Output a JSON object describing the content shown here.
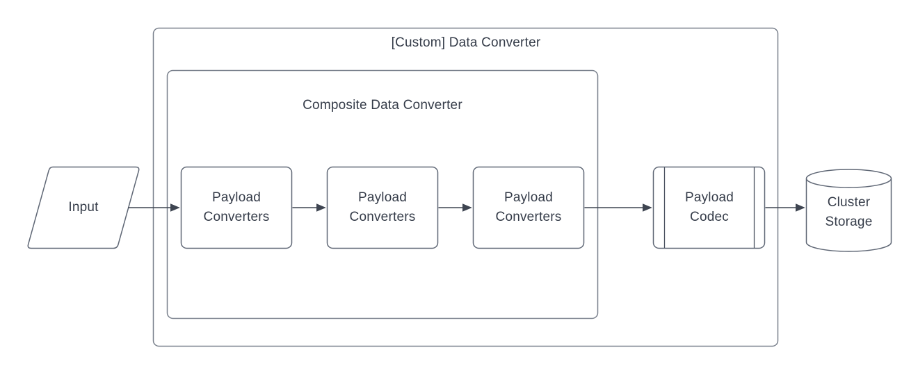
{
  "diagram": {
    "type": "flowchart",
    "background": "#ffffff",
    "colors": {
      "shape_border": "#5f6775",
      "group_border": "#79808c",
      "connector": "#3e4551",
      "text": "#353c49"
    },
    "groups": {
      "outer": {
        "title": "[Custom] Data Converter"
      },
      "inner": {
        "title": "Composite Data Converter"
      }
    },
    "nodes": {
      "input": {
        "label": "Input",
        "shape": "parallelogram"
      },
      "payload_converters_1": {
        "label": "Payload Converters",
        "shape": "rounded-rect"
      },
      "payload_converters_2": {
        "label": "Payload Converters",
        "shape": "rounded-rect"
      },
      "payload_converters_3": {
        "label": "Payload Converters",
        "shape": "rounded-rect"
      },
      "payload_codec": {
        "label": "Payload Codec",
        "shape": "predefined-process"
      },
      "cluster_storage": {
        "label": "Cluster Storage",
        "shape": "cylinder"
      }
    },
    "edges": [
      {
        "from": "input",
        "to": "payload_converters_1"
      },
      {
        "from": "payload_converters_1",
        "to": "payload_converters_2"
      },
      {
        "from": "payload_converters_2",
        "to": "payload_converters_3"
      },
      {
        "from": "payload_converters_3",
        "to": "payload_codec"
      },
      {
        "from": "payload_codec",
        "to": "cluster_storage"
      }
    ]
  }
}
